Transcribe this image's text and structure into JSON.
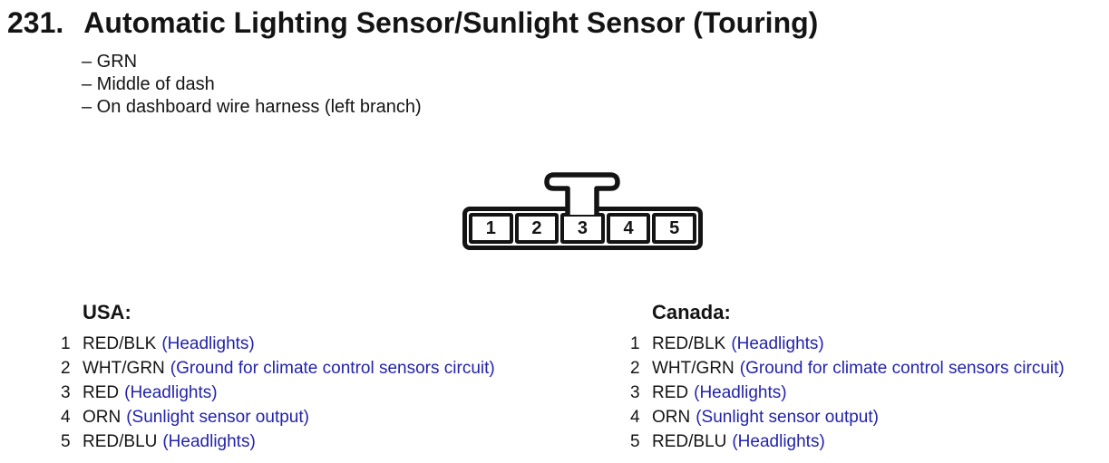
{
  "colors": {
    "background": "#ffffff",
    "ink": "#141414",
    "annotation_blue": "#2323aa"
  },
  "title": {
    "number": "231.",
    "text": "Automatic Lighting Sensor/Sunlight Sensor (Touring)"
  },
  "notes": [
    "– GRN",
    "– Middle of dash",
    "– On dashboard wire harness (left branch)"
  ],
  "connector": {
    "pins": [
      "1",
      "2",
      "3",
      "4",
      "5"
    ]
  },
  "columns": [
    {
      "heading": "USA:",
      "rows": [
        {
          "num": "1",
          "wire": "RED/BLK",
          "fn": "(Headlights)"
        },
        {
          "num": "2",
          "wire": "WHT/GRN",
          "fn": "(Ground for climate control sensors circuit)"
        },
        {
          "num": "3",
          "wire": "RED",
          "fn": "(Headlights)"
        },
        {
          "num": "4",
          "wire": "ORN",
          "fn": "(Sunlight sensor output)"
        },
        {
          "num": "5",
          "wire": "RED/BLU",
          "fn": "(Headlights)"
        }
      ]
    },
    {
      "heading": "Canada:",
      "rows": [
        {
          "num": "1",
          "wire": "RED/BLK",
          "fn": "(Headlights)"
        },
        {
          "num": "2",
          "wire": "WHT/GRN",
          "fn": "(Ground for climate control sensors circuit)"
        },
        {
          "num": "3",
          "wire": "RED",
          "fn": "(Headlights)"
        },
        {
          "num": "4",
          "wire": "ORN",
          "fn": "(Sunlight sensor output)"
        },
        {
          "num": "5",
          "wire": "RED/BLU",
          "fn": "(Headlights)"
        }
      ]
    }
  ]
}
